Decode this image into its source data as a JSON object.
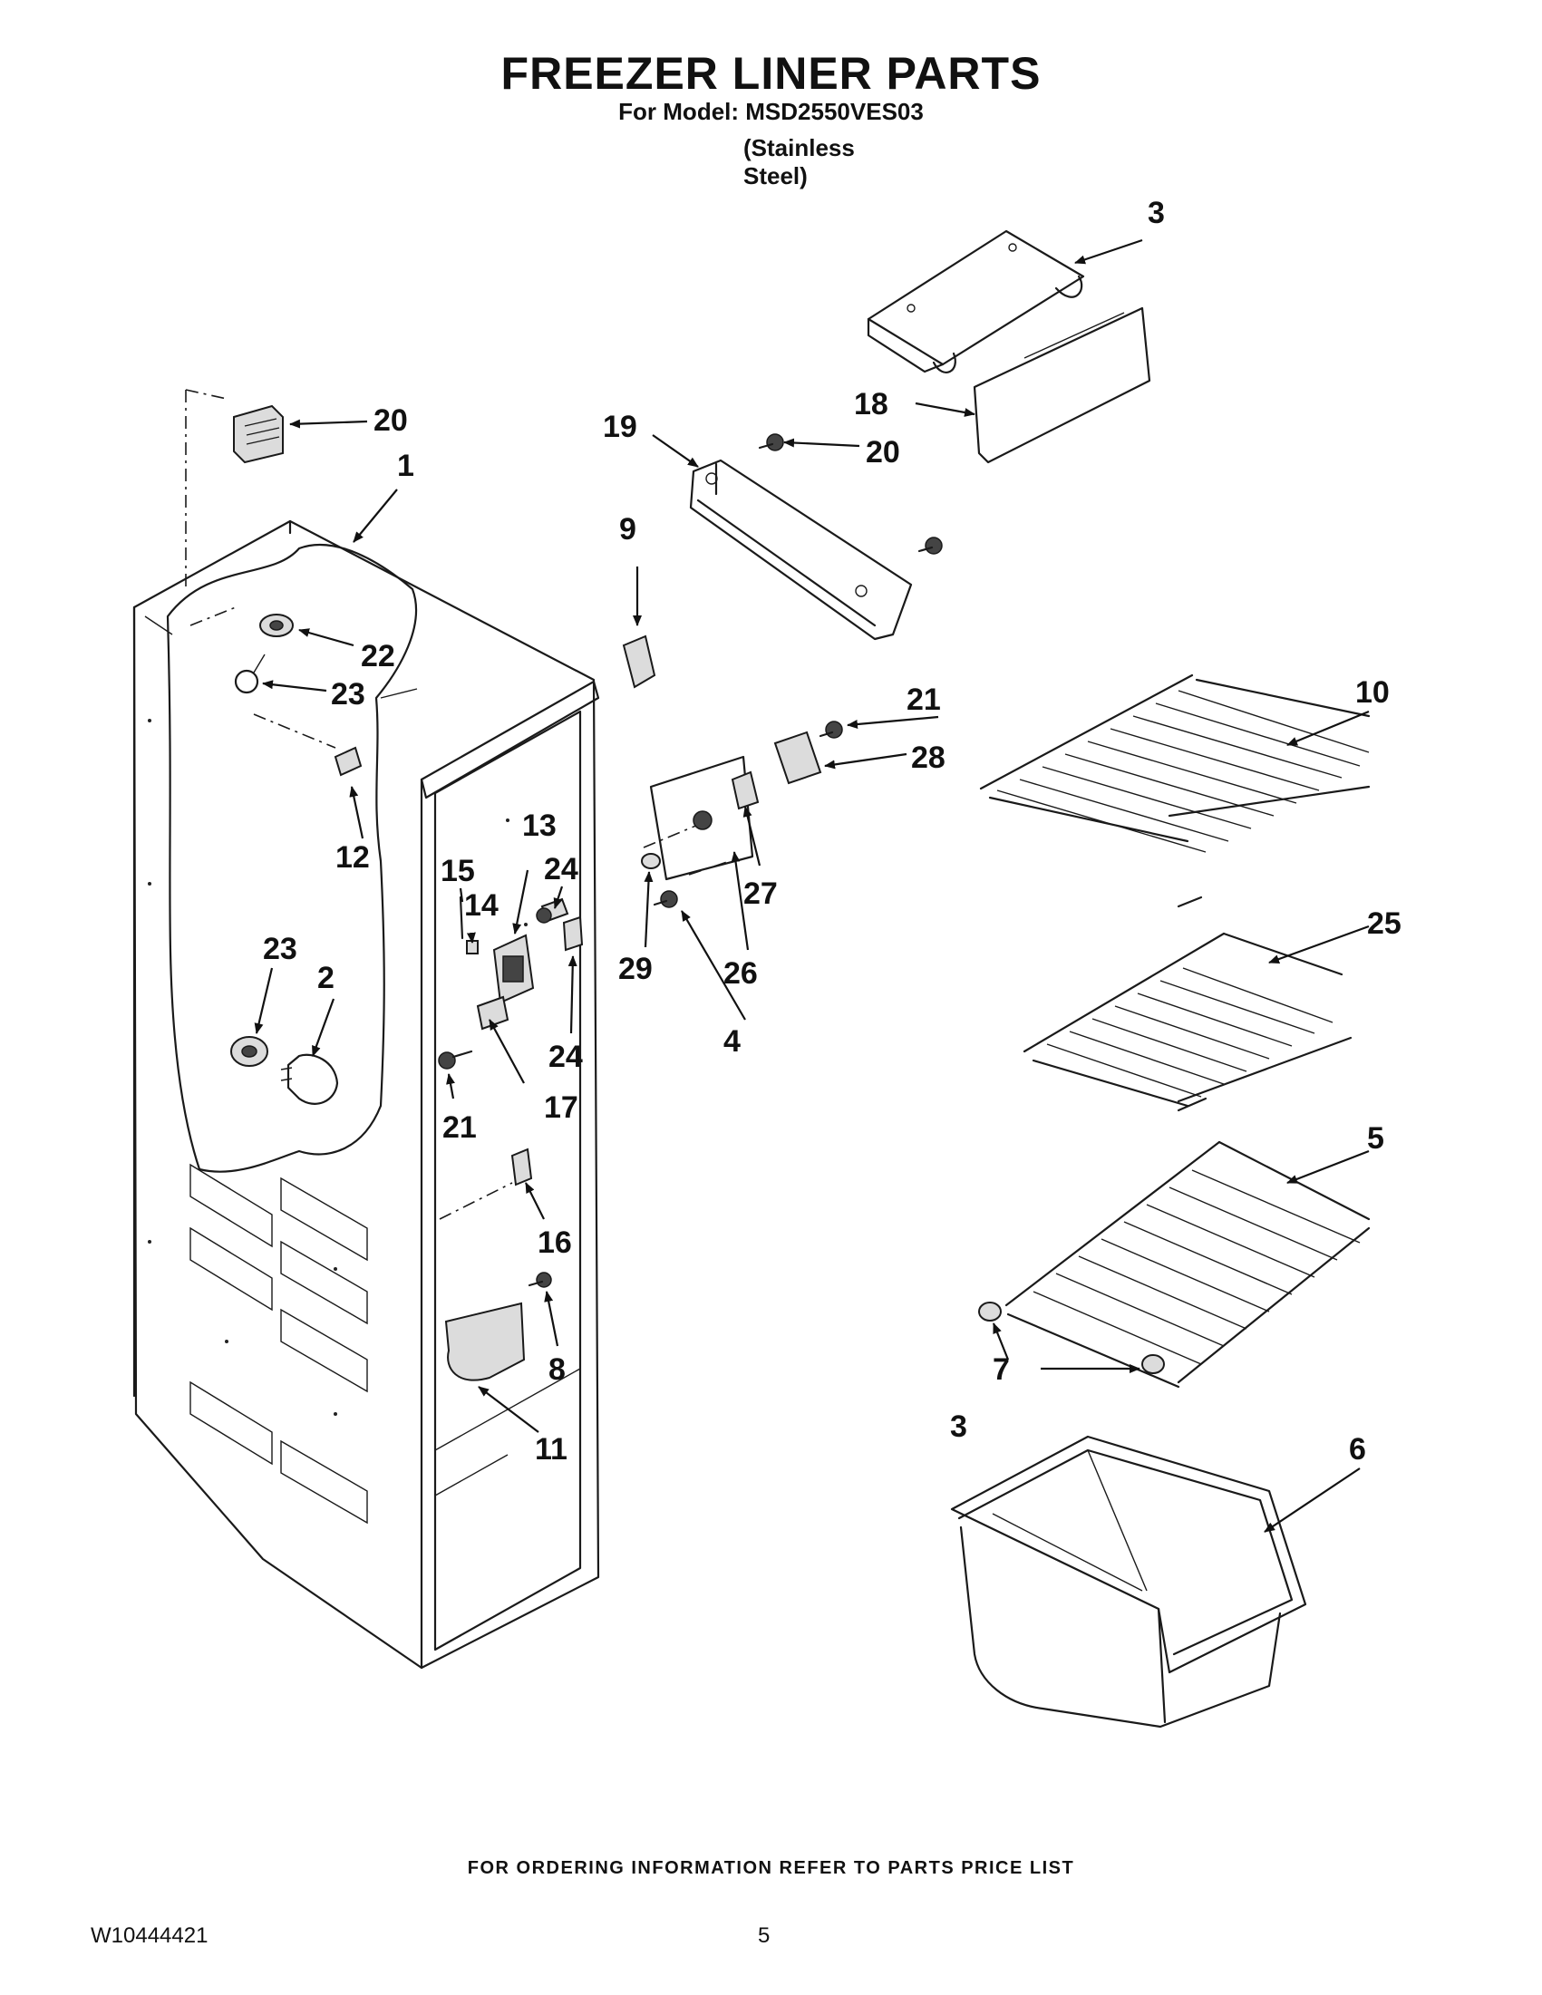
{
  "header": {
    "title": "FREEZER LINER PARTS",
    "model_line": "For Model: MSD2550VES03",
    "variant": "(Stainless Steel)"
  },
  "footer": {
    "ordering_note": "FOR ORDERING INFORMATION REFER TO PARTS PRICE LIST",
    "document_number": "W10444421",
    "page_number": "5"
  },
  "callouts": [
    "3",
    "18",
    "19",
    "20",
    "20",
    "1",
    "22",
    "23",
    "9",
    "21",
    "10",
    "28",
    "12",
    "13",
    "15",
    "14",
    "24",
    "27",
    "29",
    "26",
    "4",
    "23",
    "2",
    "25",
    "24",
    "17",
    "21",
    "16",
    "5",
    "8",
    "7",
    "3",
    "11",
    "6"
  ]
}
